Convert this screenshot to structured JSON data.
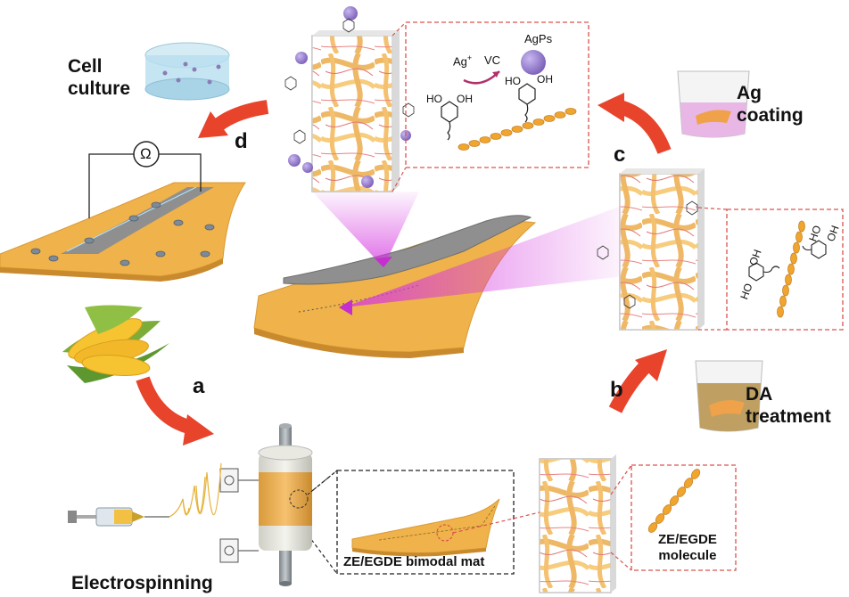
{
  "steps": {
    "a": "a",
    "b": "b",
    "c": "c",
    "d": "d"
  },
  "stages": {
    "electrospinning": "Electrospinning",
    "da_treatment_1": "DA",
    "da_treatment_2": "treatment",
    "ag_coating_1": "Ag",
    "ag_coating_2": "coating",
    "cell_culture_1": "Cell",
    "cell_culture_2": "culture"
  },
  "captions": {
    "bimodal_mat": "ZE/EGDE bimodal mat",
    "molecule_1": "ZE/EGDE",
    "molecule_2": "molecule"
  },
  "chemistry": {
    "ag_ion": "Ag",
    "ag_ion_charge": "+",
    "vc": "VC",
    "agps": "AgPs",
    "ho": "HO",
    "oh": "OH",
    "ohm": "Ω"
  },
  "colors": {
    "arrow_red": "#e8432b",
    "mat_orange": "#f0b24a",
    "silver_track": "#8f8f8f",
    "beam_magenta": "#d53ae0",
    "dash_red": "#d9534f",
    "dash_black": "#222222",
    "agp_purple": "#9a82cf"
  },
  "icons": [
    "corn-icon",
    "syringe-icon",
    "collector-drum-icon",
    "beaker-icon",
    "petri-dish-icon",
    "ohmmeter-icon"
  ]
}
